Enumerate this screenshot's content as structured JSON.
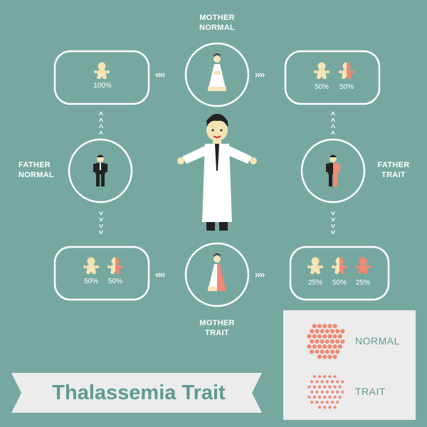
{
  "labels": {
    "mother_normal": "MOTHER\nNORMAL",
    "mother_trait": "MOTHER\nTRAIT",
    "father_normal": "FATHER\nNORMAL",
    "father_trait": "FATHER\nTRAIT"
  },
  "outcomes": {
    "top_left": [
      "100%"
    ],
    "top_right": [
      "50%",
      "50%"
    ],
    "bottom_left": [
      "50%",
      "50%"
    ],
    "bottom_right": [
      "25%",
      "50%",
      "25%"
    ]
  },
  "legend": {
    "normal": "NORMAL",
    "trait": "TRAIT"
  },
  "banner": {
    "title": "Thalassemia Trait"
  },
  "colors": {
    "background": "#76a8a0",
    "line": "#ffffff",
    "baby_normal": "#f5e3b6",
    "trait": "#ee8a75",
    "legend_panel": "#ececec",
    "banner_text": "#5e9a91"
  },
  "icons": [
    "baby-normal-icon",
    "baby-trait-icon",
    "baby-carrier-icon",
    "bride-icon",
    "groom-icon",
    "doctor-icon",
    "blood-cell-icon"
  ]
}
